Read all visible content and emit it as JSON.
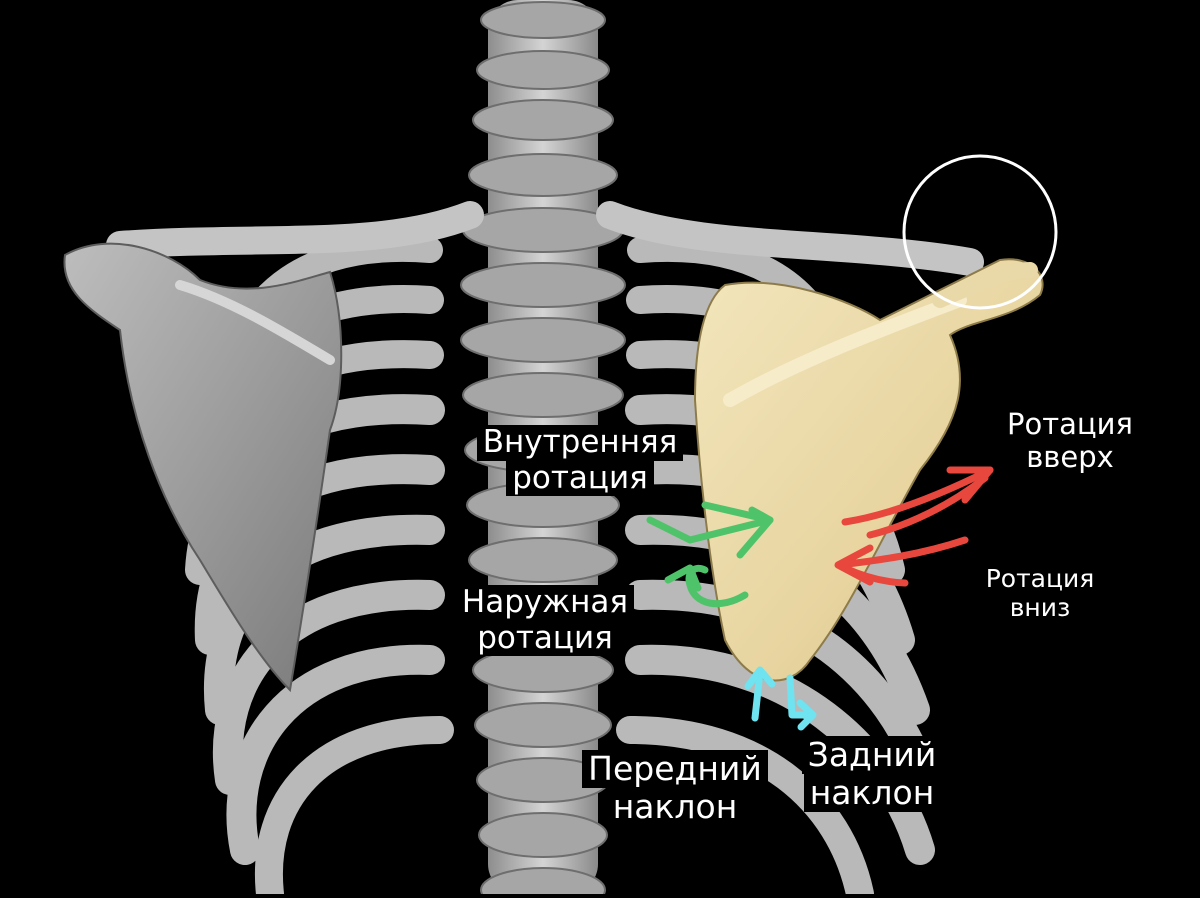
{
  "labels": {
    "internal_rotation": {
      "line1": "Внутренняя",
      "line2": "ротация"
    },
    "external_rotation": {
      "line1": "Наружная",
      "line2": "ротация"
    },
    "upward_rotation": {
      "line1": "Ротация",
      "line2": "вверх"
    },
    "downward_rotation": {
      "line1": "Ротация",
      "line2": "вниз"
    },
    "anterior_tilt": {
      "line1": "Передний",
      "line2": "наклон"
    },
    "posterior_tilt": {
      "line1": "Задний",
      "line2": "наклон"
    }
  },
  "colors": {
    "background": "#000000",
    "bone": "#c9c9c9",
    "highlighted_scapula": "#ead9a8",
    "green_arrow": "#4fc36a",
    "red_arrow": "#e8473d",
    "cyan_arrow": "#6fe3ef",
    "circle": "#ffffff"
  }
}
